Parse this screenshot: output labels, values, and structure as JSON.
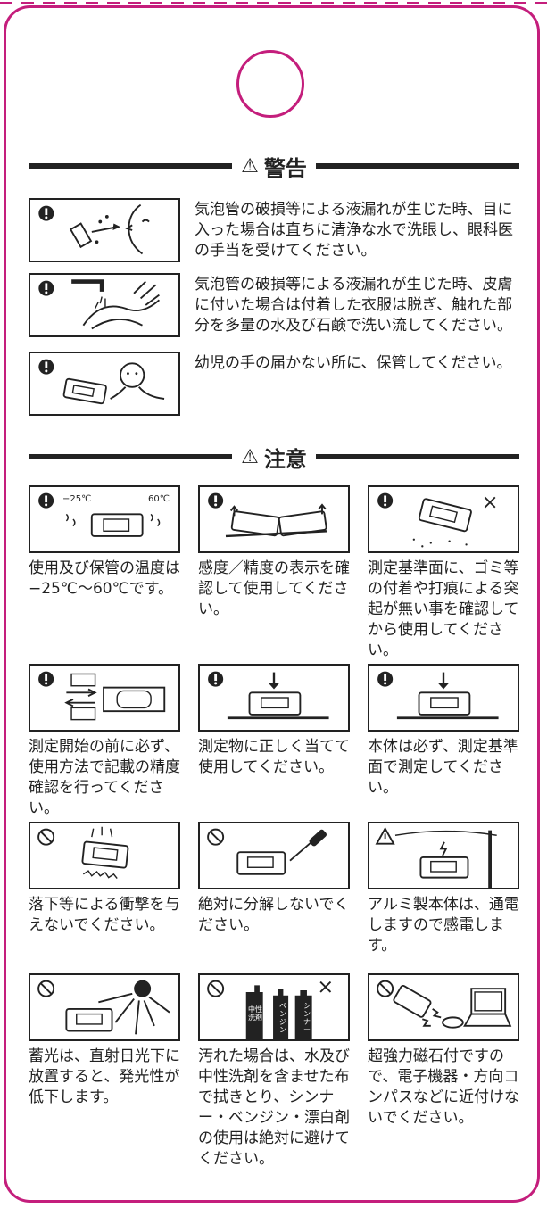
{
  "warning": {
    "title": "警告",
    "items": [
      {
        "text": "気泡管の破損等による液漏れが生じた時、目に入った場合は直ちに清浄な水で洗眼し、眼科医の手当を受けてください。",
        "icon": "eye-splash-icon"
      },
      {
        "text": "気泡管の破損等による液漏れが生じた時、皮膚に付いた場合は付着した衣服は脱ぎ、触れた部分を多量の水及び石鹸で洗い流してください。",
        "icon": "hand-wash-icon"
      },
      {
        "text": "幼児の手の届かない所に、保管してください。",
        "icon": "child-icon"
      }
    ]
  },
  "caution": {
    "title": "注意",
    "items": [
      {
        "text": "使用及び保管の温度は−25℃〜60℃です。",
        "icon": "temperature-icon",
        "labels": [
          "−25℃",
          "60℃"
        ]
      },
      {
        "text": "感度／精度の表示を確認して使用してください。",
        "icon": "precision-icon"
      },
      {
        "text": "測定基準面に、ゴミ等の付着や打痕による突起が無い事を確認してから使用してください。",
        "icon": "dust-icon"
      },
      {
        "text": "測定開始の前に必ず、使用方法で記載の精度確認を行ってください。",
        "icon": "reverse-check-icon"
      },
      {
        "text": "測定物に正しく当てて使用してください。",
        "icon": "press-down-icon"
      },
      {
        "text": "本体は必ず、測定基準面で測定してください。",
        "icon": "base-surface-icon"
      },
      {
        "text": "落下等による衝撃を与えないでください。",
        "icon": "impact-icon"
      },
      {
        "text": "絶対に分解しないでください。",
        "icon": "screwdriver-icon"
      },
      {
        "text": "アルミ製本体は、通電しますので感電します。",
        "icon": "electric-icon"
      },
      {
        "text": "蓄光は、直射日光下に放置すると、発光性が低下します。",
        "icon": "sunlight-icon"
      },
      {
        "text": "汚れた場合は、水及び中性洗剤を含ませた布で拭きとり、シンナー・ベンジン・漂白剤の使用は絶対に避けてください。",
        "icon": "chemicals-icon",
        "labels": [
          "中性洗剤",
          "ベンジン",
          "シンナー"
        ]
      },
      {
        "text": "超強力磁石付ですので、電子機器・方向コンパスなどに近付けないでください。",
        "icon": "magnet-icon"
      }
    ]
  },
  "colors": {
    "border": "#c41e7c",
    "ink": "#222222"
  }
}
